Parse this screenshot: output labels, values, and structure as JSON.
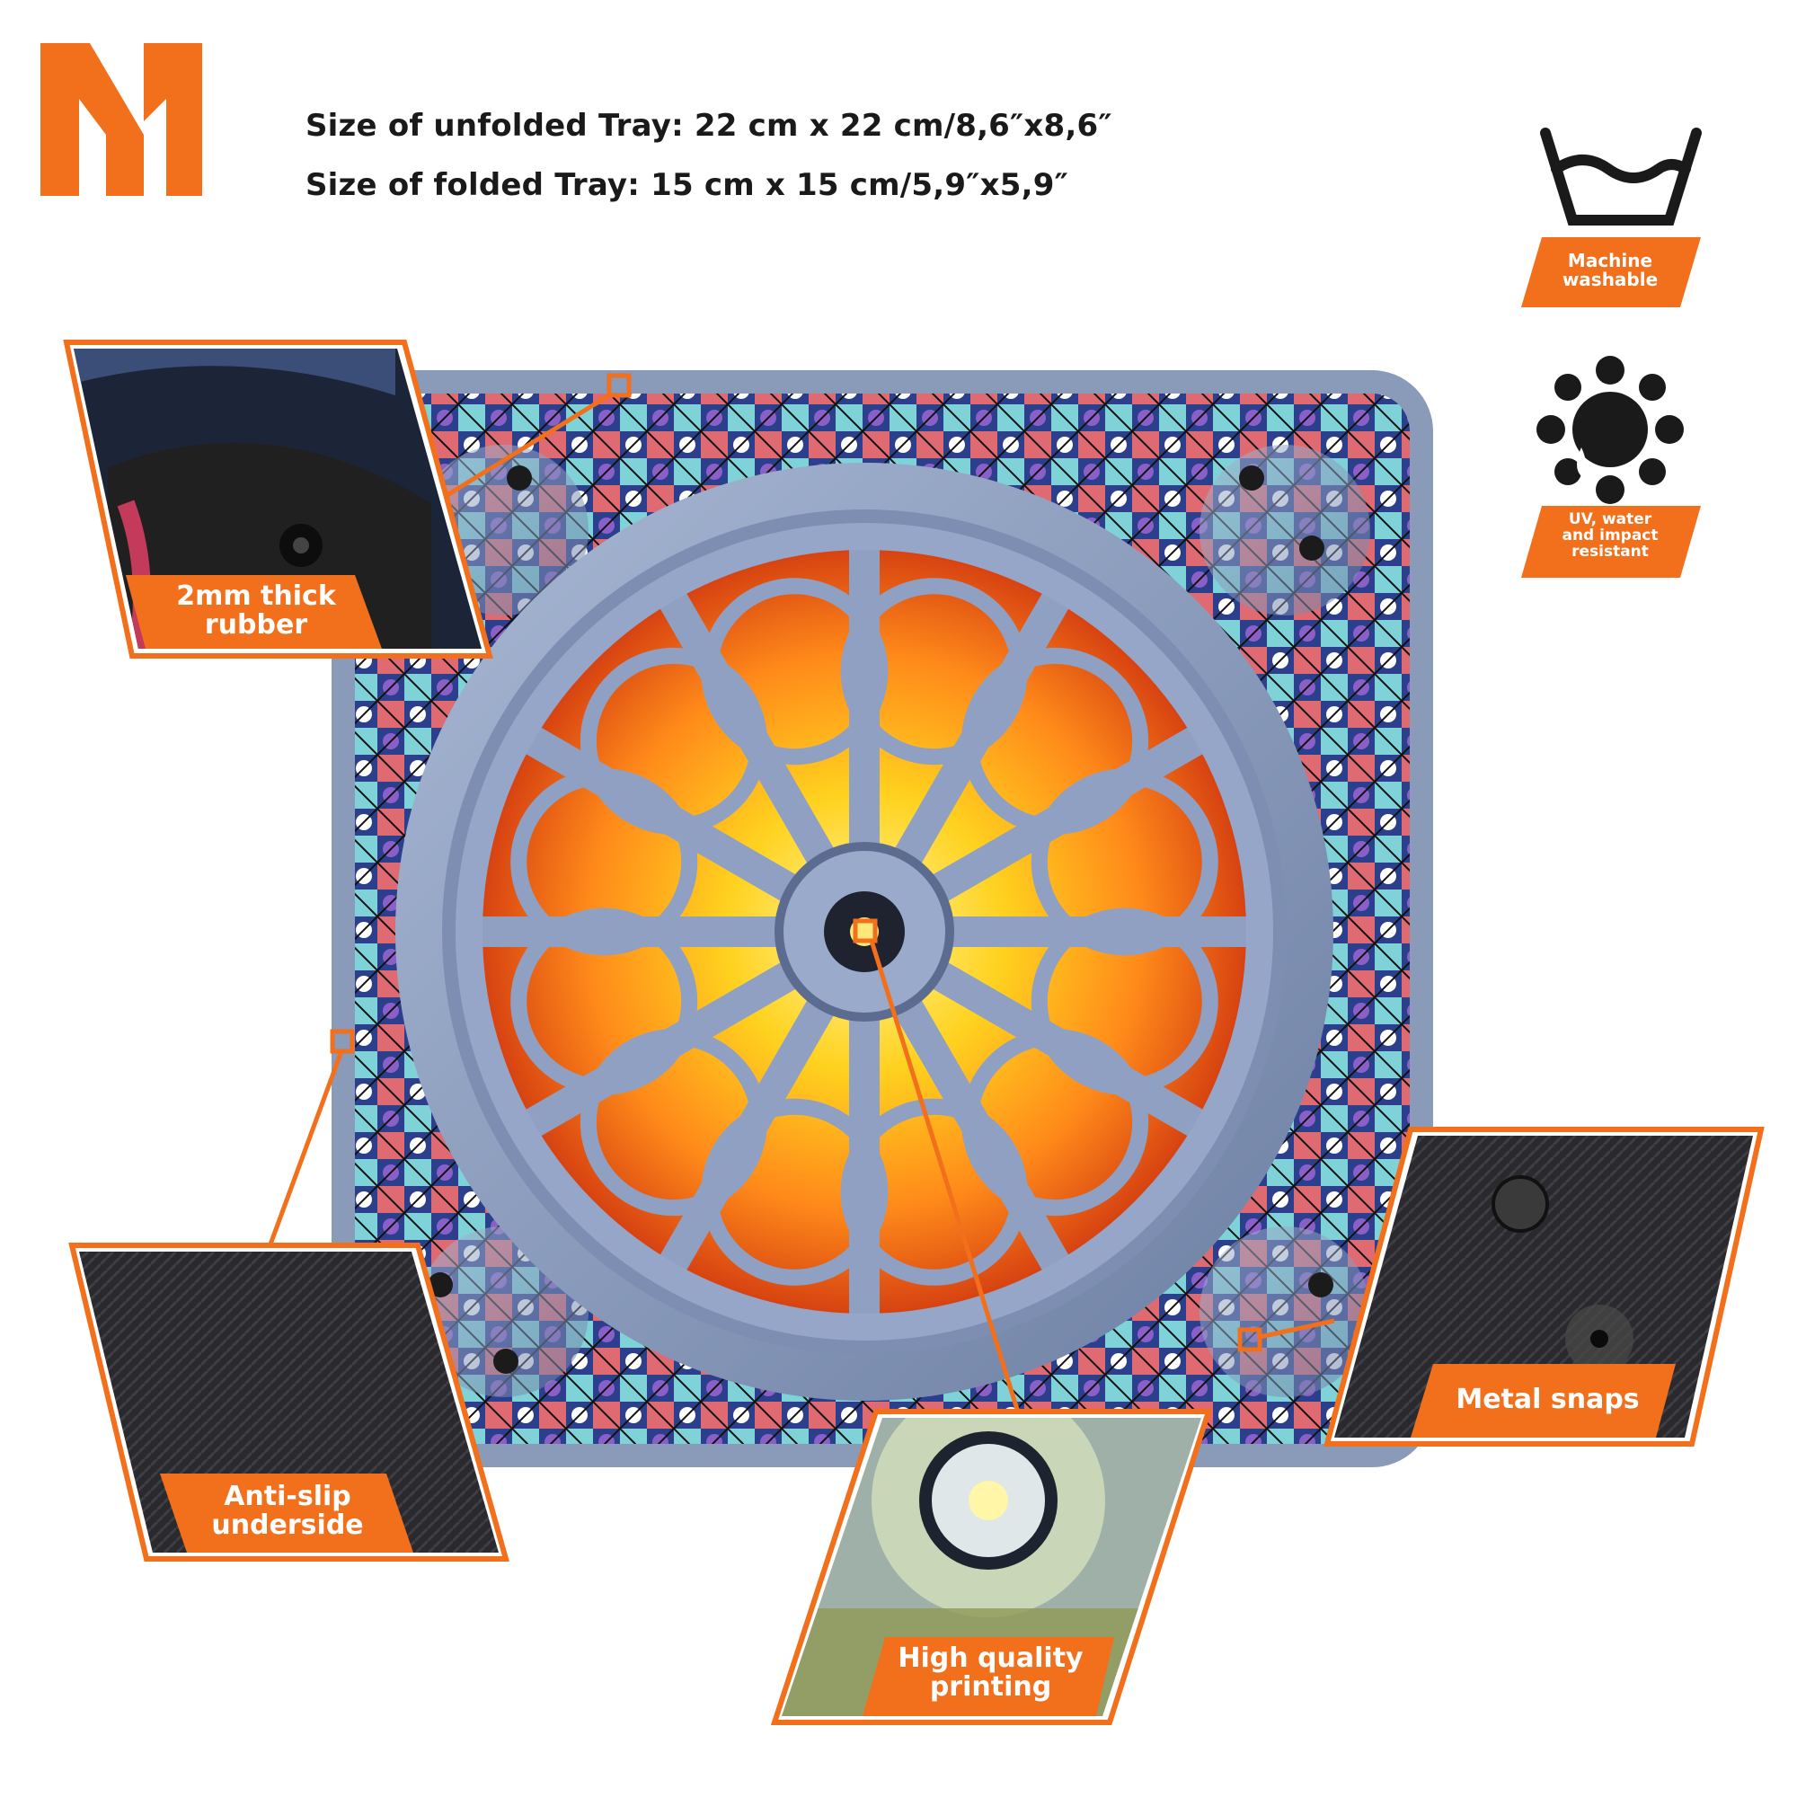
{
  "brand": {
    "logo_text": "M1",
    "accent_color": "#f26f1b"
  },
  "specs": {
    "unfolded": "Size of unfolded Tray: 22 cm x 22 cm/8,6″x8,6″",
    "folded": "Size of folded Tray: 15 cm x 15 cm/5,9″x5,9″"
  },
  "badges": {
    "washable": {
      "icon": "wash-basin-icon",
      "line1": "Machine",
      "line2": "washable"
    },
    "resistant": {
      "icon": "sun-water-icon",
      "line1": "UV, water",
      "line2": "and impact",
      "line3": "resistant"
    }
  },
  "callouts": {
    "rubber": {
      "line1": "2mm thick",
      "line2": "rubber"
    },
    "antislip": {
      "line1": "Anti-slip",
      "line2": "underside"
    },
    "printing": {
      "line1": "High quality",
      "line2": "printing"
    },
    "snaps": {
      "line1": "Metal snaps"
    }
  },
  "product": {
    "description_icon": "rose-window-tray-icon"
  }
}
